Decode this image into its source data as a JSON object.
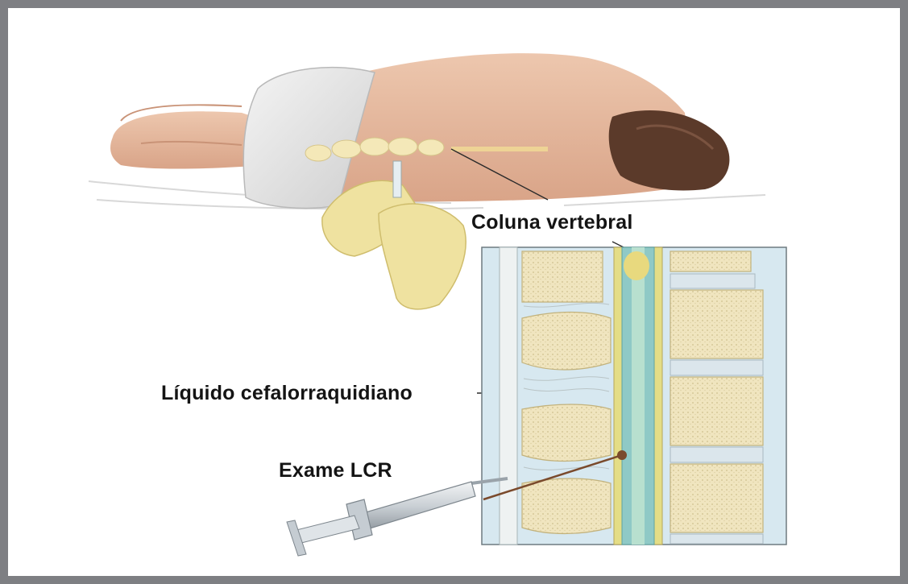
{
  "labels": {
    "spine": "Coluna vertebral",
    "csf": "Líquido cefalorraquidiano",
    "exam": "Exame LCR"
  },
  "colors": {
    "frame_border": "#7e7f83",
    "background": "#ffffff",
    "skin": "#e7bca3",
    "hair": "#5b3a2a",
    "gloves": "#efe2a0",
    "vertebra": "#f1e7c4",
    "csf": "#8fc9c6",
    "spinal_cord": "#e4dd86",
    "panel_bg": "#d7e8f0"
  }
}
